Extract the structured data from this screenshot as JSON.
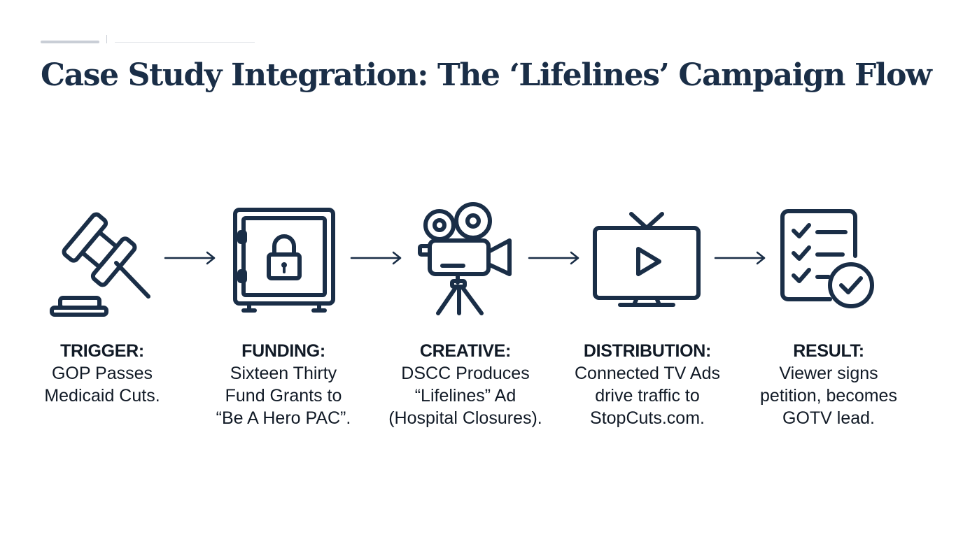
{
  "page": {
    "title": "Case Study Integration: The ‘Lifelines’ Campaign Flow"
  },
  "steps": [
    {
      "icon": "gavel-icon",
      "label": "TRIGGER:",
      "lines": [
        "GOP Passes",
        "Medicaid Cuts."
      ]
    },
    {
      "icon": "locked-safe-icon",
      "label": "FUNDING:",
      "lines": [
        "Sixteen Thirty",
        "Fund Grants to",
        "“Be A Hero PAC”."
      ]
    },
    {
      "icon": "movie-camera-icon",
      "label": "CREATIVE:",
      "lines": [
        "DSCC Produces",
        "“Lifelines” Ad",
        "(Hospital Closures)."
      ]
    },
    {
      "icon": "tv-play-icon",
      "label": "DISTRIBUTION:",
      "lines": [
        "Connected TV Ads",
        "drive traffic to",
        "StopCuts.com."
      ]
    },
    {
      "icon": "checklist-check-icon",
      "label": "RESULT:",
      "lines": [
        "Viewer signs",
        "petition, becomes",
        "GOTV lead."
      ]
    }
  ],
  "colors": {
    "icon_stroke": "#1a2e47",
    "title": "#1a2e47",
    "text": "#111a26"
  }
}
